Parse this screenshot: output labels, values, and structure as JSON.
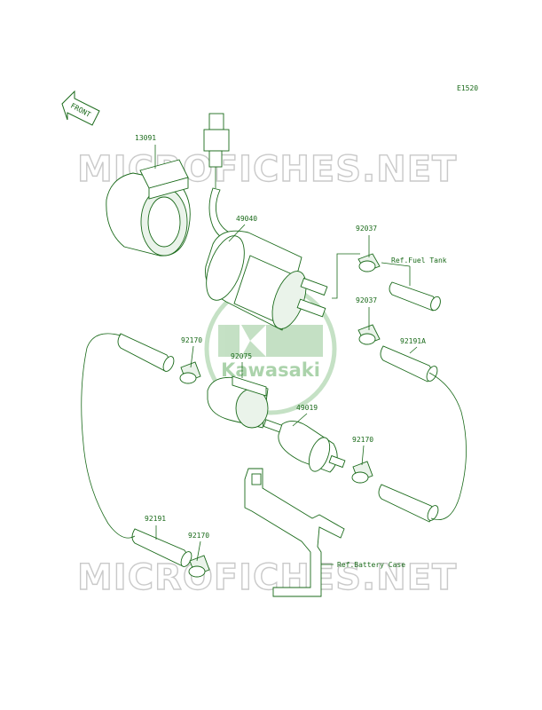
{
  "diagram": {
    "code": "E1520",
    "front_label": "FRONT",
    "watermark_top": "MICROFICHES.NET",
    "watermark_bottom": "MICROFICHES.NET",
    "brand": "Kawasaki",
    "parts": [
      {
        "id": "p13091",
        "text": "13091"
      },
      {
        "id": "p49040",
        "text": "49040"
      },
      {
        "id": "p92037a",
        "text": "92037"
      },
      {
        "id": "p92037b",
        "text": "92037"
      },
      {
        "id": "p92170a",
        "text": "92170"
      },
      {
        "id": "p92075",
        "text": "92075"
      },
      {
        "id": "p92191a",
        "text": "92191A"
      },
      {
        "id": "p49019",
        "text": "49019"
      },
      {
        "id": "p92170b",
        "text": "92170"
      },
      {
        "id": "p92191",
        "text": "92191"
      },
      {
        "id": "p92170c",
        "text": "92170"
      }
    ],
    "refs": [
      {
        "id": "fuel",
        "text": "Ref.Fuel Tank"
      },
      {
        "id": "battery",
        "text": "Ref.Battery Case"
      }
    ],
    "colors": {
      "line": "#1a6a1a",
      "watermark": "#c9c9c9",
      "logo": "#5aa85a"
    }
  }
}
